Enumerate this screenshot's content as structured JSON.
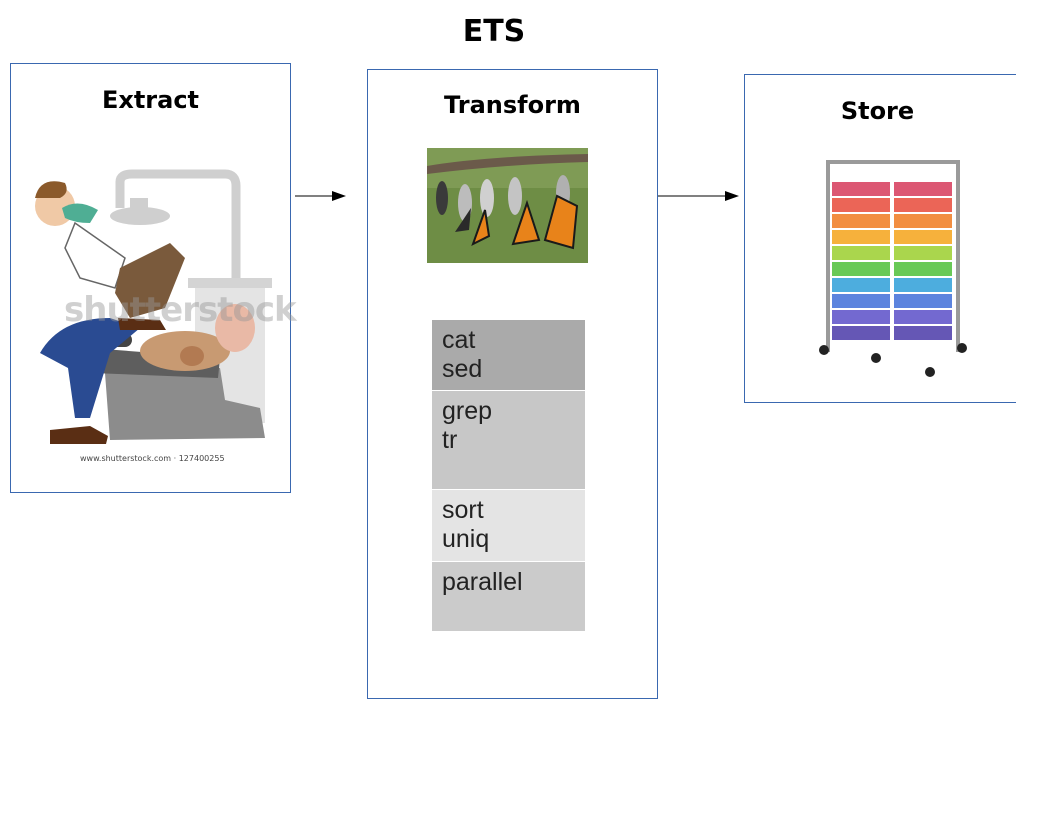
{
  "diagram": {
    "title": "ETS",
    "stages": [
      {
        "id": "extract",
        "title": "Extract",
        "picture": "dentist-pulling-tooth-cartoon"
      },
      {
        "id": "transform",
        "title": "Transform",
        "picture": "caterpillar-chrysalis-butterflies-photo"
      },
      {
        "id": "store",
        "title": "Store",
        "picture": "rainbow-drawer-cart-photo"
      }
    ],
    "extract_watermark": "shutterstock",
    "extract_credit": "www.shutterstock.com · 127400255",
    "commands": [
      {
        "lines": [
          "cat",
          "sed"
        ],
        "color": "#aaaaaa"
      },
      {
        "lines": [
          "grep",
          "tr"
        ],
        "color": "#c7c7c7"
      },
      {
        "lines": [
          "sort",
          "uniq"
        ],
        "color": "#e4e4e4"
      },
      {
        "lines": [
          "parallel"
        ],
        "color": "#cbcbcb"
      }
    ],
    "arrows": [
      "extract-to-transform",
      "transform-to-store"
    ],
    "colors": {
      "panel_border": "#3a68b0"
    }
  }
}
